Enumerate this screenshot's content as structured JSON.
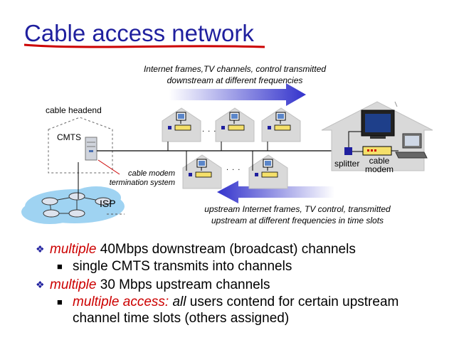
{
  "slide": {
    "title": "Cable access network",
    "downstream_caption_line1": "Internet frames,TV channels, control  transmitted",
    "downstream_caption_line2": "downstream at different frequencies",
    "upstream_caption_line1": "upstream Internet frames, TV control,  transmitted",
    "upstream_caption_line2": "upstream at different frequencies in time slots",
    "headend_label": "cable headend",
    "cmts_label": "CMTS",
    "cmts_desc_line1": "cable modem",
    "cmts_desc_line2": "termination system",
    "isp_label": "ISP",
    "splitter_label": "splitter",
    "cable_modem_line1": "cable",
    "cable_modem_line2": "modem",
    "ellipsis": ". . .",
    "colors": {
      "title": "#1f1f9e",
      "accent_red": "#cc0000",
      "arrow": "#3333cc",
      "house": "#d9d9d9",
      "modem": "#f5e06a"
    }
  },
  "bullets": [
    {
      "level": 1,
      "parts": [
        {
          "t": "multiple",
          "s": "red-i"
        },
        {
          "t": " 40Mbps downstream (broadcast) channels",
          "s": ""
        }
      ]
    },
    {
      "level": 2,
      "parts": [
        {
          "t": "single CMTS transmits into channels",
          "s": ""
        }
      ]
    },
    {
      "level": 1,
      "parts": [
        {
          "t": "multiple",
          "s": "red-i"
        },
        {
          "t": " 30 Mbps upstream channels",
          "s": ""
        }
      ]
    },
    {
      "level": 2,
      "parts": [
        {
          "t": "multiple access:",
          "s": "red-i"
        },
        {
          "t": " ",
          "s": ""
        },
        {
          "t": "all",
          "s": "ital"
        },
        {
          "t": " users contend for certain upstream channel time slots (others assigned)",
          "s": ""
        }
      ]
    }
  ]
}
